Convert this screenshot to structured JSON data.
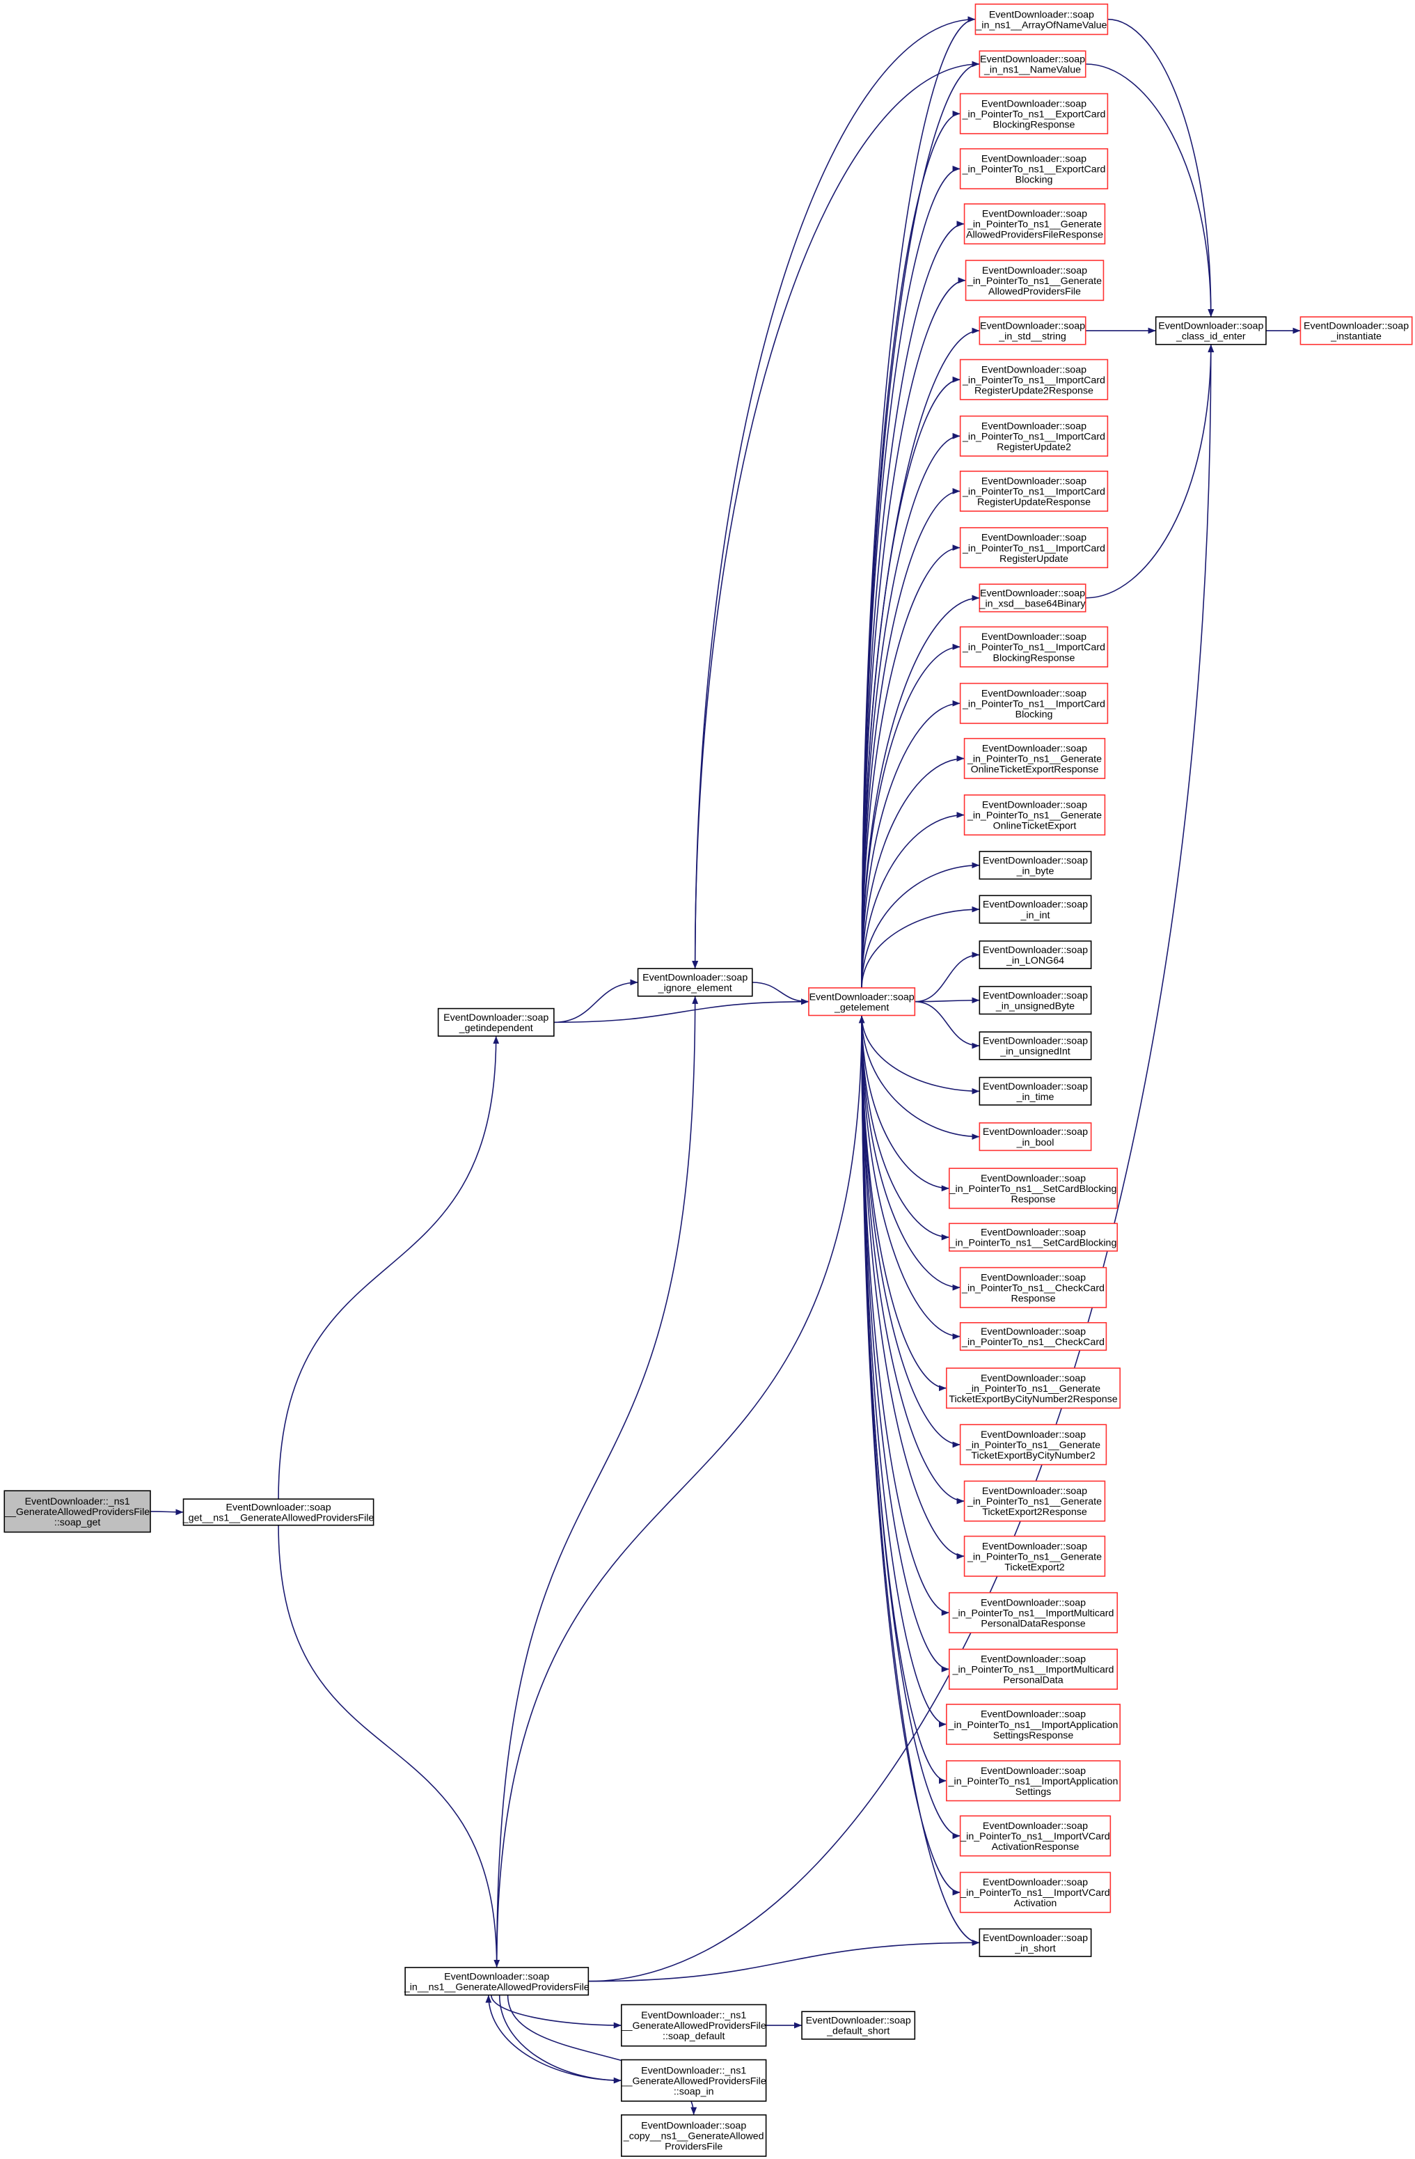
{
  "colors": {
    "edge": "#191970",
    "link_node_border": "#ff0000",
    "plain_node_border": "#000000",
    "root_fill": "#bfbfbf"
  },
  "nodes": [
    {
      "id": "root",
      "style": "root",
      "lines": [
        "EventDownloader::_ns1",
        "__GenerateAllowedProvidersFile",
        "::soap_get"
      ]
    },
    {
      "id": "soap_get",
      "style": "black",
      "lines": [
        "EventDownloader::soap",
        "_get__ns1__GenerateAllowedProvidersFile"
      ]
    },
    {
      "id": "getindependent",
      "style": "black",
      "lines": [
        "EventDownloader::soap",
        "_getindependent"
      ]
    },
    {
      "id": "ignore_element",
      "style": "black",
      "lines": [
        "EventDownloader::soap",
        "_ignore_element"
      ]
    },
    {
      "id": "getelement",
      "style": "red",
      "lines": [
        "EventDownloader::soap",
        "_getelement"
      ]
    },
    {
      "id": "in_generate",
      "style": "black",
      "lines": [
        "EventDownloader::soap",
        "_in__ns1__GenerateAllowedProvidersFile"
      ]
    },
    {
      "id": "soap_default",
      "style": "black",
      "lines": [
        "EventDownloader::_ns1",
        "__GenerateAllowedProvidersFile",
        "::soap_default"
      ]
    },
    {
      "id": "soap_in",
      "style": "black",
      "lines": [
        "EventDownloader::_ns1",
        "__GenerateAllowedProvidersFile",
        "::soap_in"
      ]
    },
    {
      "id": "soap_copy",
      "style": "black",
      "lines": [
        "EventDownloader::soap",
        "_copy__ns1__GenerateAllowed",
        "ProvidersFile"
      ]
    },
    {
      "id": "default_short",
      "style": "black",
      "lines": [
        "EventDownloader::soap",
        "_default_short"
      ]
    },
    {
      "id": "class_id_enter",
      "style": "black",
      "lines": [
        "EventDownloader::soap",
        "_class_id_enter"
      ]
    },
    {
      "id": "instantiate",
      "style": "red",
      "lines": [
        "EventDownloader::soap",
        "_instantiate"
      ]
    },
    {
      "id": "r1",
      "style": "red",
      "lines": [
        "EventDownloader::soap",
        "_in_ns1__ArrayOfNameValue"
      ]
    },
    {
      "id": "r2",
      "style": "red",
      "lines": [
        "EventDownloader::soap",
        "_in_ns1__NameValue"
      ]
    },
    {
      "id": "r3",
      "style": "red",
      "lines": [
        "EventDownloader::soap",
        "_in_PointerTo_ns1__ExportCard",
        "BlockingResponse"
      ]
    },
    {
      "id": "r4",
      "style": "red",
      "lines": [
        "EventDownloader::soap",
        "_in_PointerTo_ns1__ExportCard",
        "Blocking"
      ]
    },
    {
      "id": "r5",
      "style": "red",
      "lines": [
        "EventDownloader::soap",
        "_in_PointerTo_ns1__Generate",
        "AllowedProvidersFileResponse"
      ]
    },
    {
      "id": "r6",
      "style": "red",
      "lines": [
        "EventDownloader::soap",
        "_in_PointerTo_ns1__Generate",
        "AllowedProvidersFile"
      ]
    },
    {
      "id": "r7",
      "style": "red",
      "lines": [
        "EventDownloader::soap",
        "_in_std__string"
      ]
    },
    {
      "id": "r8",
      "style": "red",
      "lines": [
        "EventDownloader::soap",
        "_in_PointerTo_ns1__ImportCard",
        "RegisterUpdate2Response"
      ]
    },
    {
      "id": "r9",
      "style": "red",
      "lines": [
        "EventDownloader::soap",
        "_in_PointerTo_ns1__ImportCard",
        "RegisterUpdate2"
      ]
    },
    {
      "id": "r10",
      "style": "red",
      "lines": [
        "EventDownloader::soap",
        "_in_PointerTo_ns1__ImportCard",
        "RegisterUpdateResponse"
      ]
    },
    {
      "id": "r11",
      "style": "red",
      "lines": [
        "EventDownloader::soap",
        "_in_PointerTo_ns1__ImportCard",
        "RegisterUpdate"
      ]
    },
    {
      "id": "r12",
      "style": "red",
      "lines": [
        "EventDownloader::soap",
        "_in_xsd__base64Binary"
      ]
    },
    {
      "id": "r13",
      "style": "red",
      "lines": [
        "EventDownloader::soap",
        "_in_PointerTo_ns1__ImportCard",
        "BlockingResponse"
      ]
    },
    {
      "id": "r14",
      "style": "red",
      "lines": [
        "EventDownloader::soap",
        "_in_PointerTo_ns1__ImportCard",
        "Blocking"
      ]
    },
    {
      "id": "r15",
      "style": "red",
      "lines": [
        "EventDownloader::soap",
        "_in_PointerTo_ns1__Generate",
        "OnlineTicketExportResponse"
      ]
    },
    {
      "id": "r16",
      "style": "red",
      "lines": [
        "EventDownloader::soap",
        "_in_PointerTo_ns1__Generate",
        "OnlineTicketExport"
      ]
    },
    {
      "id": "r17",
      "style": "black",
      "lines": [
        "EventDownloader::soap",
        "_in_byte"
      ]
    },
    {
      "id": "r18",
      "style": "black",
      "lines": [
        "EventDownloader::soap",
        "_in_int"
      ]
    },
    {
      "id": "r19",
      "style": "black",
      "lines": [
        "EventDownloader::soap",
        "_in_LONG64"
      ]
    },
    {
      "id": "r20",
      "style": "black",
      "lines": [
        "EventDownloader::soap",
        "_in_unsignedByte"
      ]
    },
    {
      "id": "r21",
      "style": "black",
      "lines": [
        "EventDownloader::soap",
        "_in_unsignedInt"
      ]
    },
    {
      "id": "r22",
      "style": "black",
      "lines": [
        "EventDownloader::soap",
        "_in_time"
      ]
    },
    {
      "id": "r23",
      "style": "red",
      "lines": [
        "EventDownloader::soap",
        "_in_bool"
      ]
    },
    {
      "id": "r24",
      "style": "red",
      "lines": [
        "EventDownloader::soap",
        "_in_PointerTo_ns1__SetCardBlocking",
        "Response"
      ]
    },
    {
      "id": "r25",
      "style": "red",
      "lines": [
        "EventDownloader::soap",
        "_in_PointerTo_ns1__SetCardBlocking"
      ]
    },
    {
      "id": "r26",
      "style": "red",
      "lines": [
        "EventDownloader::soap",
        "_in_PointerTo_ns1__CheckCard",
        "Response"
      ]
    },
    {
      "id": "r27",
      "style": "red",
      "lines": [
        "EventDownloader::soap",
        "_in_PointerTo_ns1__CheckCard"
      ]
    },
    {
      "id": "r28",
      "style": "red",
      "lines": [
        "EventDownloader::soap",
        "_in_PointerTo_ns1__Generate",
        "TicketExportByCityNumber2Response"
      ]
    },
    {
      "id": "r29",
      "style": "red",
      "lines": [
        "EventDownloader::soap",
        "_in_PointerTo_ns1__Generate",
        "TicketExportByCityNumber2"
      ]
    },
    {
      "id": "r30",
      "style": "red",
      "lines": [
        "EventDownloader::soap",
        "_in_PointerTo_ns1__Generate",
        "TicketExport2Response"
      ]
    },
    {
      "id": "r31",
      "style": "red",
      "lines": [
        "EventDownloader::soap",
        "_in_PointerTo_ns1__Generate",
        "TicketExport2"
      ]
    },
    {
      "id": "r32",
      "style": "red",
      "lines": [
        "EventDownloader::soap",
        "_in_PointerTo_ns1__ImportMulticard",
        "PersonalDataResponse"
      ]
    },
    {
      "id": "r33",
      "style": "red",
      "lines": [
        "EventDownloader::soap",
        "_in_PointerTo_ns1__ImportMulticard",
        "PersonalData"
      ]
    },
    {
      "id": "r34",
      "style": "red",
      "lines": [
        "EventDownloader::soap",
        "_in_PointerTo_ns1__ImportApplication",
        "SettingsResponse"
      ]
    },
    {
      "id": "r35",
      "style": "red",
      "lines": [
        "EventDownloader::soap",
        "_in_PointerTo_ns1__ImportApplication",
        "Settings"
      ]
    },
    {
      "id": "r36",
      "style": "red",
      "lines": [
        "EventDownloader::soap",
        "_in_PointerTo_ns1__ImportVCard",
        "ActivationResponse"
      ]
    },
    {
      "id": "r37",
      "style": "red",
      "lines": [
        "EventDownloader::soap",
        "_in_PointerTo_ns1__ImportVCard",
        "Activation"
      ]
    },
    {
      "id": "r38",
      "style": "black",
      "lines": [
        "EventDownloader::soap",
        "_in_short"
      ]
    }
  ],
  "edges": [
    [
      "root",
      "soap_get"
    ],
    [
      "soap_get",
      "getindependent"
    ],
    [
      "soap_get",
      "in_generate"
    ],
    [
      "getindependent",
      "ignore_element"
    ],
    [
      "getindependent",
      "getelement"
    ],
    [
      "ignore_element",
      "getelement"
    ],
    [
      "r1",
      "ignore_element"
    ],
    [
      "r2",
      "ignore_element"
    ],
    [
      "r1",
      "class_id_enter"
    ],
    [
      "r2",
      "class_id_enter"
    ],
    [
      "r7",
      "class_id_enter"
    ],
    [
      "r12",
      "class_id_enter"
    ],
    [
      "class_id_enter",
      "instantiate"
    ],
    [
      "in_generate",
      "class_id_enter"
    ],
    [
      "in_generate",
      "r38"
    ],
    [
      "in_generate",
      "ignore_element"
    ],
    [
      "in_generate",
      "getelement"
    ],
    [
      "in_generate",
      "soap_default"
    ],
    [
      "in_generate",
      "soap_in"
    ],
    [
      "soap_in",
      "in_generate"
    ],
    [
      "in_generate",
      "soap_copy"
    ],
    [
      "soap_default",
      "default_short"
    ],
    [
      "getelement",
      "r1"
    ],
    [
      "getelement",
      "r2"
    ],
    [
      "getelement",
      "r3"
    ],
    [
      "getelement",
      "r4"
    ],
    [
      "getelement",
      "r5"
    ],
    [
      "getelement",
      "r6"
    ],
    [
      "getelement",
      "r7"
    ],
    [
      "getelement",
      "r8"
    ],
    [
      "getelement",
      "r9"
    ],
    [
      "getelement",
      "r10"
    ],
    [
      "getelement",
      "r11"
    ],
    [
      "getelement",
      "r12"
    ],
    [
      "getelement",
      "r13"
    ],
    [
      "getelement",
      "r14"
    ],
    [
      "getelement",
      "r15"
    ],
    [
      "getelement",
      "r16"
    ],
    [
      "getelement",
      "r17"
    ],
    [
      "getelement",
      "r18"
    ],
    [
      "getelement",
      "r19"
    ],
    [
      "getelement",
      "r20"
    ],
    [
      "getelement",
      "r21"
    ],
    [
      "getelement",
      "r22"
    ],
    [
      "getelement",
      "r23"
    ],
    [
      "getelement",
      "r24"
    ],
    [
      "getelement",
      "r25"
    ],
    [
      "getelement",
      "r26"
    ],
    [
      "getelement",
      "r27"
    ],
    [
      "getelement",
      "r28"
    ],
    [
      "getelement",
      "r29"
    ],
    [
      "getelement",
      "r30"
    ],
    [
      "getelement",
      "r31"
    ],
    [
      "getelement",
      "r32"
    ],
    [
      "getelement",
      "r33"
    ],
    [
      "getelement",
      "r34"
    ],
    [
      "getelement",
      "r35"
    ],
    [
      "getelement",
      "r36"
    ],
    [
      "getelement",
      "r37"
    ],
    [
      "getelement",
      "r38"
    ]
  ]
}
